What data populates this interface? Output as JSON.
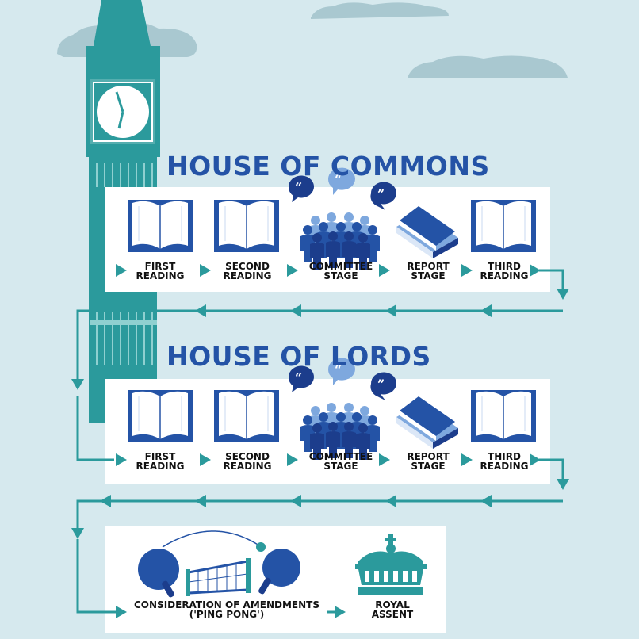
{
  "sections": {
    "commons": {
      "title": "HOUSE OF COMMONS",
      "stages": [
        {
          "line1": "FIRST",
          "line2": "READING",
          "icon": "open-book-icon"
        },
        {
          "line1": "SECOND",
          "line2": "READING",
          "icon": "open-book-icon"
        },
        {
          "line1": "COMMITTEE",
          "line2": "STAGE",
          "icon": "people-speech-icon"
        },
        {
          "line1": "REPORT",
          "line2": "STAGE",
          "icon": "closed-book-icon"
        },
        {
          "line1": "THIRD",
          "line2": "READING",
          "icon": "open-book-icon"
        }
      ]
    },
    "lords": {
      "title": "HOUSE OF LORDS",
      "stages": [
        {
          "line1": "FIRST",
          "line2": "READING",
          "icon": "open-book-icon"
        },
        {
          "line1": "SECOND",
          "line2": "READING",
          "icon": "open-book-icon"
        },
        {
          "line1": "COMMITTEE",
          "line2": "STAGE",
          "icon": "people-speech-icon"
        },
        {
          "line1": "REPORT",
          "line2": "STAGE",
          "icon": "closed-book-icon"
        },
        {
          "line1": "THIRD",
          "line2": "READING",
          "icon": "open-book-icon"
        }
      ]
    },
    "final": {
      "stages": [
        {
          "line1": "CONSIDERATION OF AMENDMENTS",
          "line2": "('PING PONG')",
          "icon": "ping-pong-icon"
        },
        {
          "line1": "ROYAL",
          "line2": "ASSENT",
          "icon": "crown-icon"
        }
      ]
    }
  },
  "colors": {
    "background": "#d6e9ee",
    "teal": "#2b9a9c",
    "blue": "#2453a6",
    "navy": "#1c3d8c",
    "cloud": "#a9c8d0",
    "panel": "#ffffff"
  }
}
